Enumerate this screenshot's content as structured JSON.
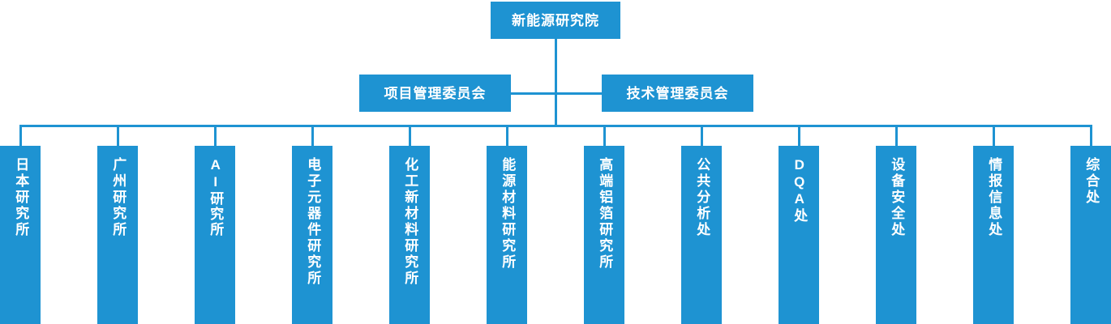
{
  "colors": {
    "node_fill": "#1e93d2",
    "node_text": "#ffffff",
    "connector": "#1e93d2",
    "background": "#ffffff"
  },
  "root": {
    "label": "新能源研究院"
  },
  "committees": [
    {
      "label": "项目管理委员会"
    },
    {
      "label": "技术管理委员会"
    }
  ],
  "departments": [
    {
      "label": "日本研究所",
      "latin": false
    },
    {
      "label": "广州研究所",
      "latin": false
    },
    {
      "label": "AI研究所",
      "latin": true
    },
    {
      "label": "电子元器件研究所",
      "latin": false
    },
    {
      "label": "化工新材料研究所",
      "latin": false
    },
    {
      "label": "能源材料研究所",
      "latin": false
    },
    {
      "label": "高端铝箔研究所",
      "latin": false
    },
    {
      "label": "公共分析处",
      "latin": false
    },
    {
      "label": "DQA处",
      "latin": true
    },
    {
      "label": "设备安全处",
      "latin": false
    },
    {
      "label": "情报信息处",
      "latin": false
    },
    {
      "label": "综合处",
      "latin": false
    }
  ]
}
